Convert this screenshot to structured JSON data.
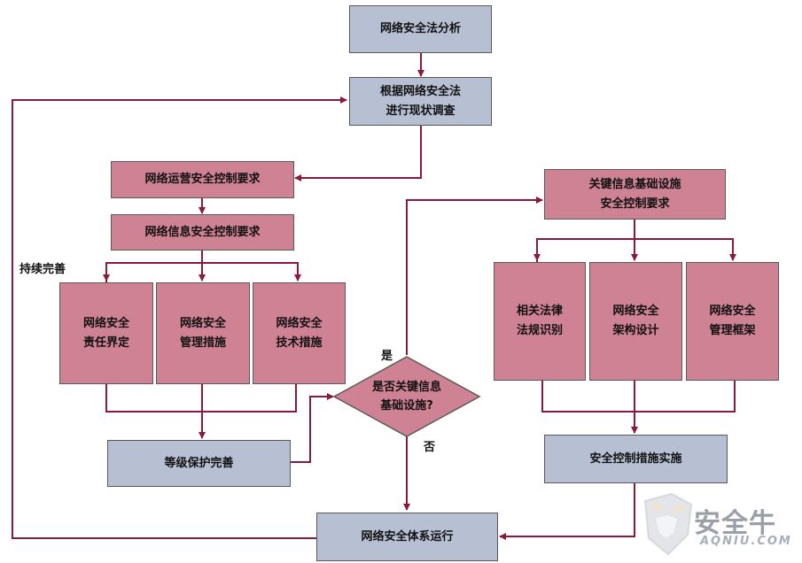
{
  "nodes": {
    "analysis": "网络安全法分析",
    "survey": "根据网络安全法\n进行现状调查",
    "ops_req": "网络运营安全控制要求",
    "info_req": "网络信息安全控制要求",
    "resp": "网络安全\n责任界定",
    "mgmt": "网络安全\n管理措施",
    "tech": "网络安全\n技术措施",
    "grade": "等级保护完善",
    "decision": "是否关键信息\n基础设施?",
    "cii_req": "关键信息基础设施\n安全控制要求",
    "law": "相关法律\n法规识别",
    "arch": "网络安全\n架构设计",
    "frame": "网络安全\n管理框架",
    "impl": "安全控制措施实施",
    "run": "网络安全体系运行"
  },
  "labels": {
    "continuous": "持续完善",
    "yes": "是",
    "no": "否"
  },
  "watermark": {
    "cn": "安全牛",
    "en": "AQNIU.COM"
  },
  "colors": {
    "blue_box": "#b7bfd3",
    "pink_box": "#cf8294",
    "arrow": "#8b1a3a",
    "border": "#5a5a5a"
  }
}
